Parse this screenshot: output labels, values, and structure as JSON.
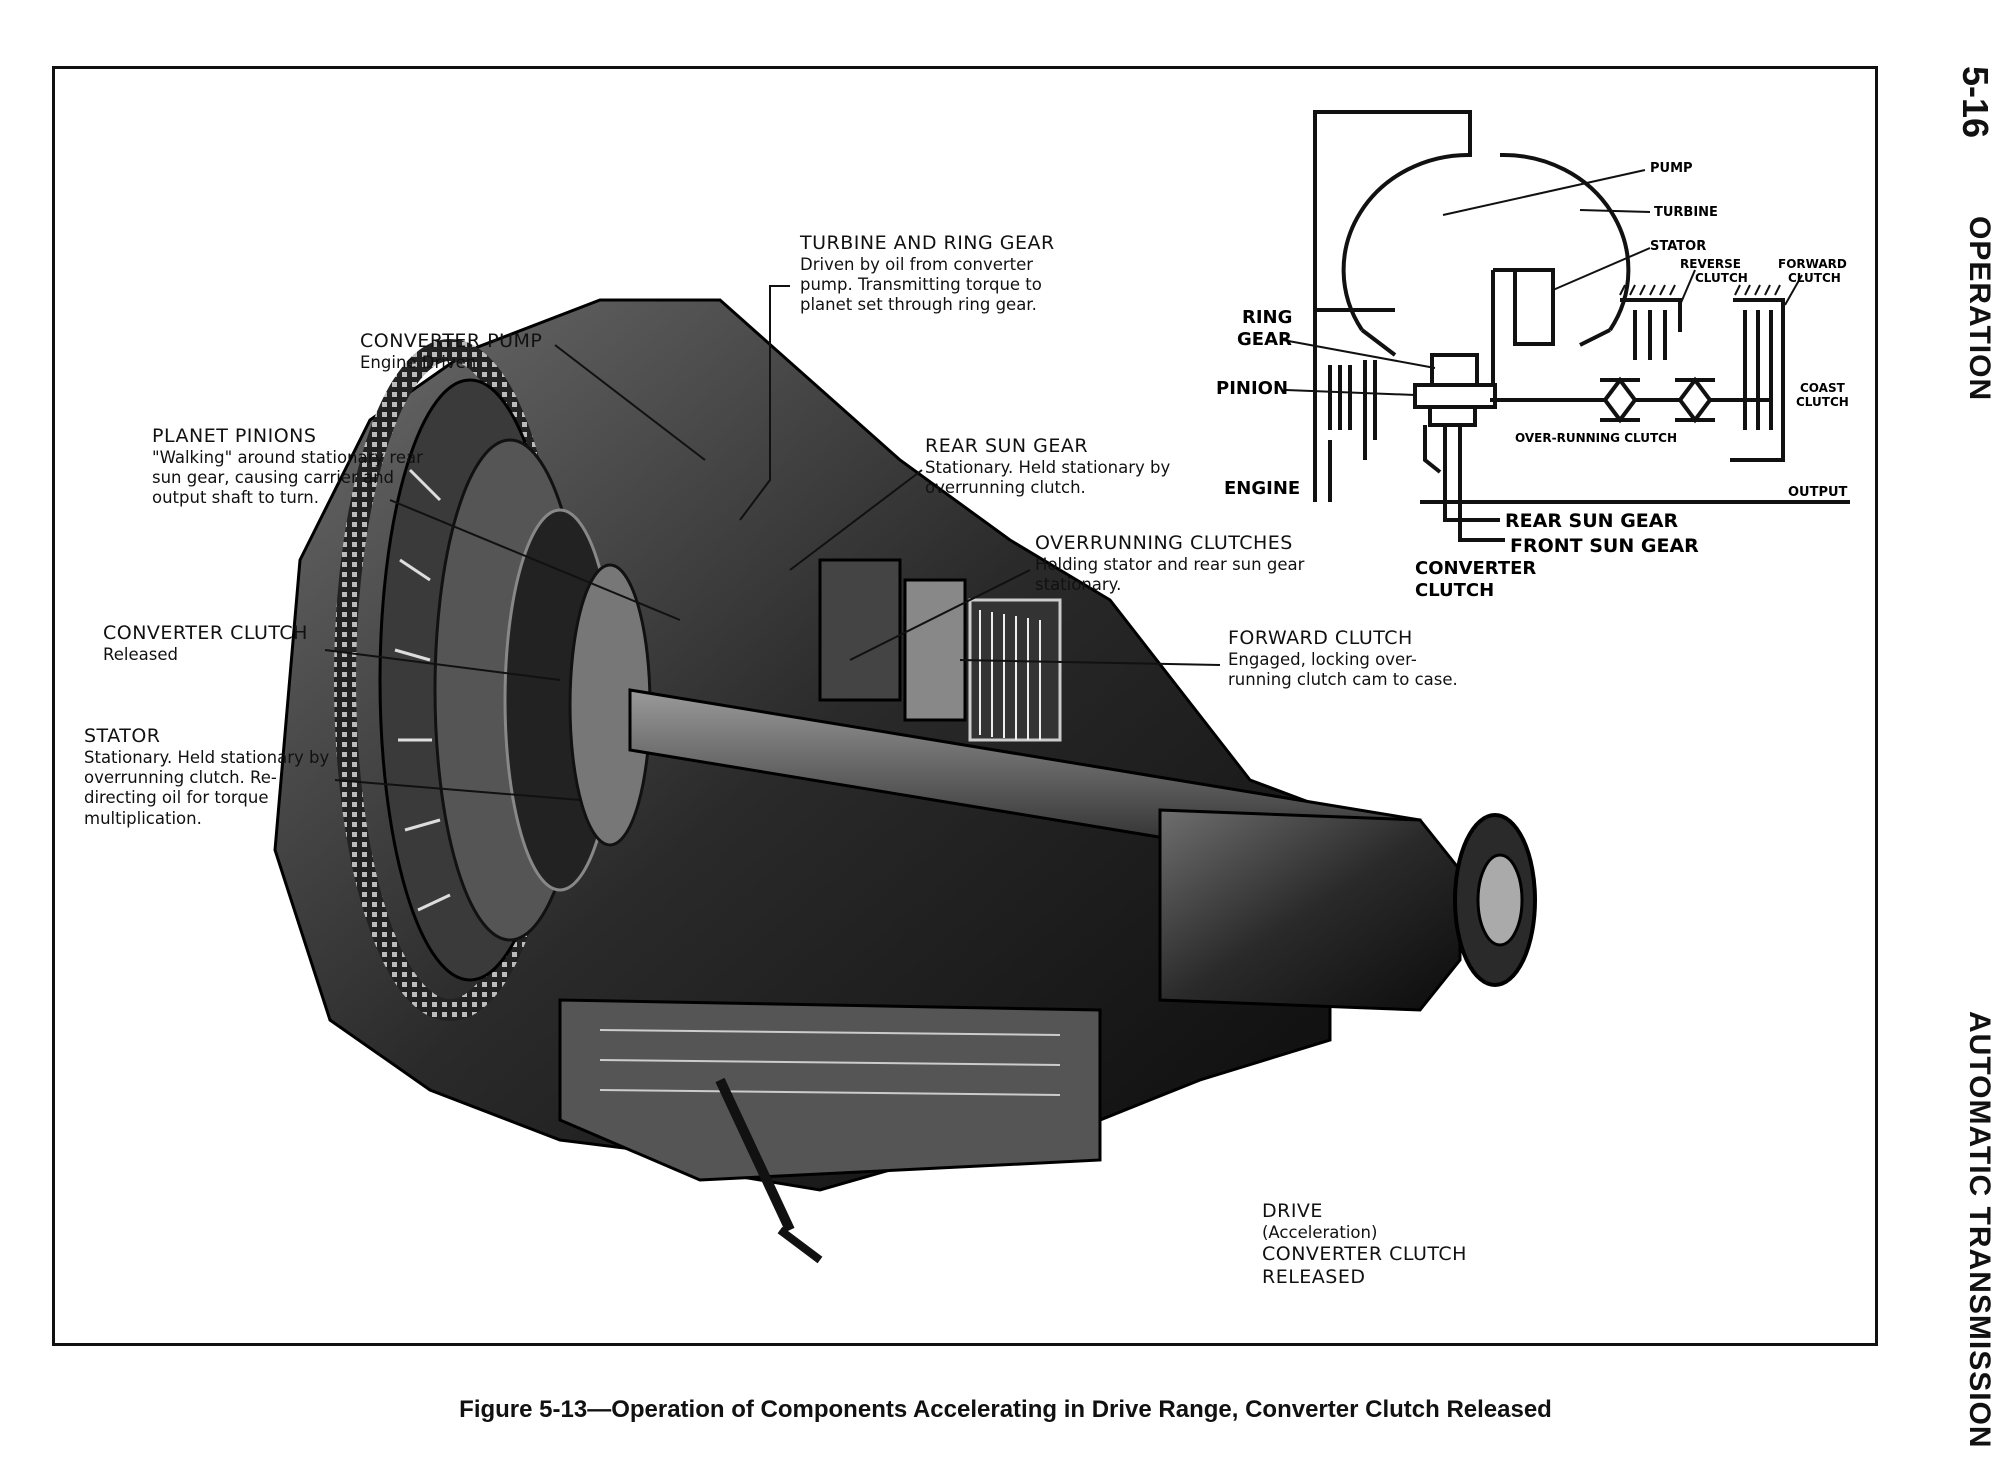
{
  "page_header": {
    "page_number": "5-16",
    "section": "OPERATION",
    "chapter": "AUTOMATIC TRANSMISSION"
  },
  "caption": "Figure 5-13—Operation of Components Accelerating in Drive Range, Converter Clutch Released",
  "callouts": {
    "turbine": {
      "title": "TURBINE AND RING GEAR",
      "text": "Driven by oil from converter pump. Transmitting torque to planet set through ring gear."
    },
    "converter_pump": {
      "title": "CONVERTER PUMP",
      "text": "Engine Driven"
    },
    "planet_pinions": {
      "title": "PLANET PINIONS",
      "text": "\"Walking\" around stationary rear sun gear, causing carrier and output shaft to turn."
    },
    "rear_sun_gear": {
      "title": "REAR SUN GEAR",
      "text": "Stationary. Held stationary by overrunning clutch."
    },
    "overrunning_clutches": {
      "title": "OVERRUNNING CLUTCHES",
      "text": "Holding stator and rear sun gear stationary."
    },
    "converter_clutch": {
      "title": "CONVERTER CLUTCH",
      "text": "Released"
    },
    "forward_clutch": {
      "title": "FORWARD CLUTCH",
      "text": "Engaged, locking over-running clutch cam to case."
    },
    "stator": {
      "title": "STATOR",
      "text": "Stationary. Held stationary by overrunning clutch. Re-directing oil for torque multiplication."
    },
    "drive_state": {
      "l1": "DRIVE",
      "l2": "(Acceleration)",
      "l3": "CONVERTER CLUTCH",
      "l4": "RELEASED"
    }
  },
  "schematic": {
    "pump": "PUMP",
    "turbine": "TURBINE",
    "stator": "STATOR",
    "reverse_clutch_1": "REVERSE",
    "reverse_clutch_2": "CLUTCH",
    "forward_clutch_1": "FORWARD",
    "forward_clutch_2": "CLUTCH",
    "ring_gear_1": "RING",
    "ring_gear_2": "GEAR",
    "pinion": "PINION",
    "coast_clutch_1": "COAST",
    "coast_clutch_2": "CLUTCH",
    "over_running_clutch": "OVER-RUNNING CLUTCH",
    "engine": "ENGINE",
    "output": "OUTPUT",
    "rear_sun_gear": "REAR SUN GEAR",
    "front_sun_gear": "FRONT SUN GEAR",
    "converter_clutch_1": "CONVERTER",
    "converter_clutch_2": "CLUTCH"
  }
}
